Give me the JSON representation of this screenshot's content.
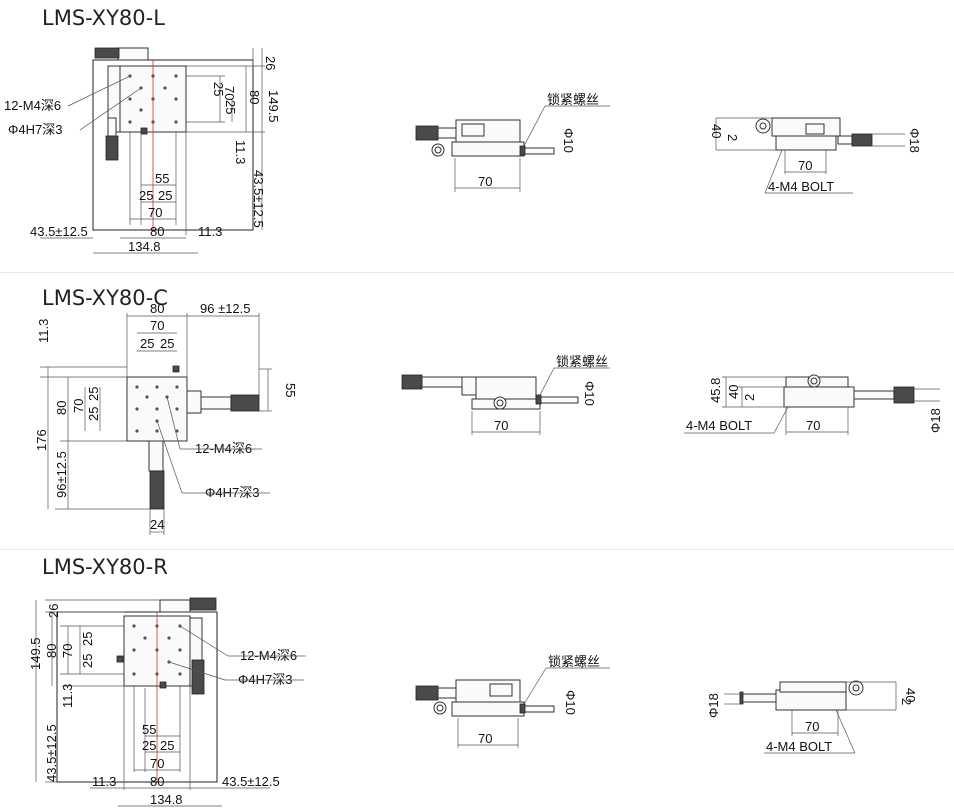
{
  "sections": [
    {
      "title": "LMS-XY80-L",
      "plan": {
        "holes_label": "12-M4深6",
        "pin_label": "Φ4H7深3",
        "right_dims": [
          "26",
          "70",
          "80",
          "149.5",
          "25",
          "25",
          "11.3",
          "43.5±12.5"
        ],
        "bottom_dims": [
          "55",
          "25",
          "25",
          "70",
          "80",
          "134.8",
          "43.5±12.5",
          "11.3"
        ]
      },
      "front": {
        "lock_label": "锁紧螺丝",
        "dia_label": "Φ10",
        "width_label": "70"
      },
      "side": {
        "height_label": "40",
        "offset_label": "2",
        "dia_label": "Φ18",
        "width_label": "70",
        "bolt_label": "4-M4 BOLT"
      }
    },
    {
      "title": "LMS-XY80-C",
      "plan": {
        "holes_label": "12-M4深6",
        "pin_label": "Φ4H7深3",
        "top_dims": [
          "80",
          "70",
          "25",
          "25",
          "96 ±12.5"
        ],
        "left_dims": [
          "11.3",
          "80",
          "70",
          "25",
          "25",
          "176",
          "96±12.5"
        ],
        "right_dims": [
          "55"
        ],
        "bottom_dims": [
          "24"
        ]
      },
      "front": {
        "lock_label": "锁紧螺丝",
        "dia_label": "Φ10",
        "width_label": "70"
      },
      "side": {
        "height1_label": "45.8",
        "height2_label": "40",
        "offset_label": "2",
        "dia_label": "Φ18",
        "width_label": "70",
        "bolt_label": "4-M4 BOLT"
      }
    },
    {
      "title": "LMS-XY80-R",
      "plan": {
        "holes_label": "12-M4深6",
        "pin_label": "Φ4H7深3",
        "left_dims": [
          "26",
          "149.5",
          "80",
          "70",
          "25",
          "25",
          "11.3",
          "43.5±12.5"
        ],
        "bottom_dims": [
          "55",
          "25",
          "25",
          "70",
          "11.3",
          "80",
          "43.5±12.5",
          "134.8"
        ]
      },
      "front": {
        "lock_label": "锁紧螺丝",
        "dia_label": "Φ10",
        "width_label": "70"
      },
      "side": {
        "dia_label": "Φ18",
        "offset_label": "2",
        "height_label": "40",
        "width_label": "70",
        "bolt_label": "4-M4 BOLT"
      }
    }
  ]
}
